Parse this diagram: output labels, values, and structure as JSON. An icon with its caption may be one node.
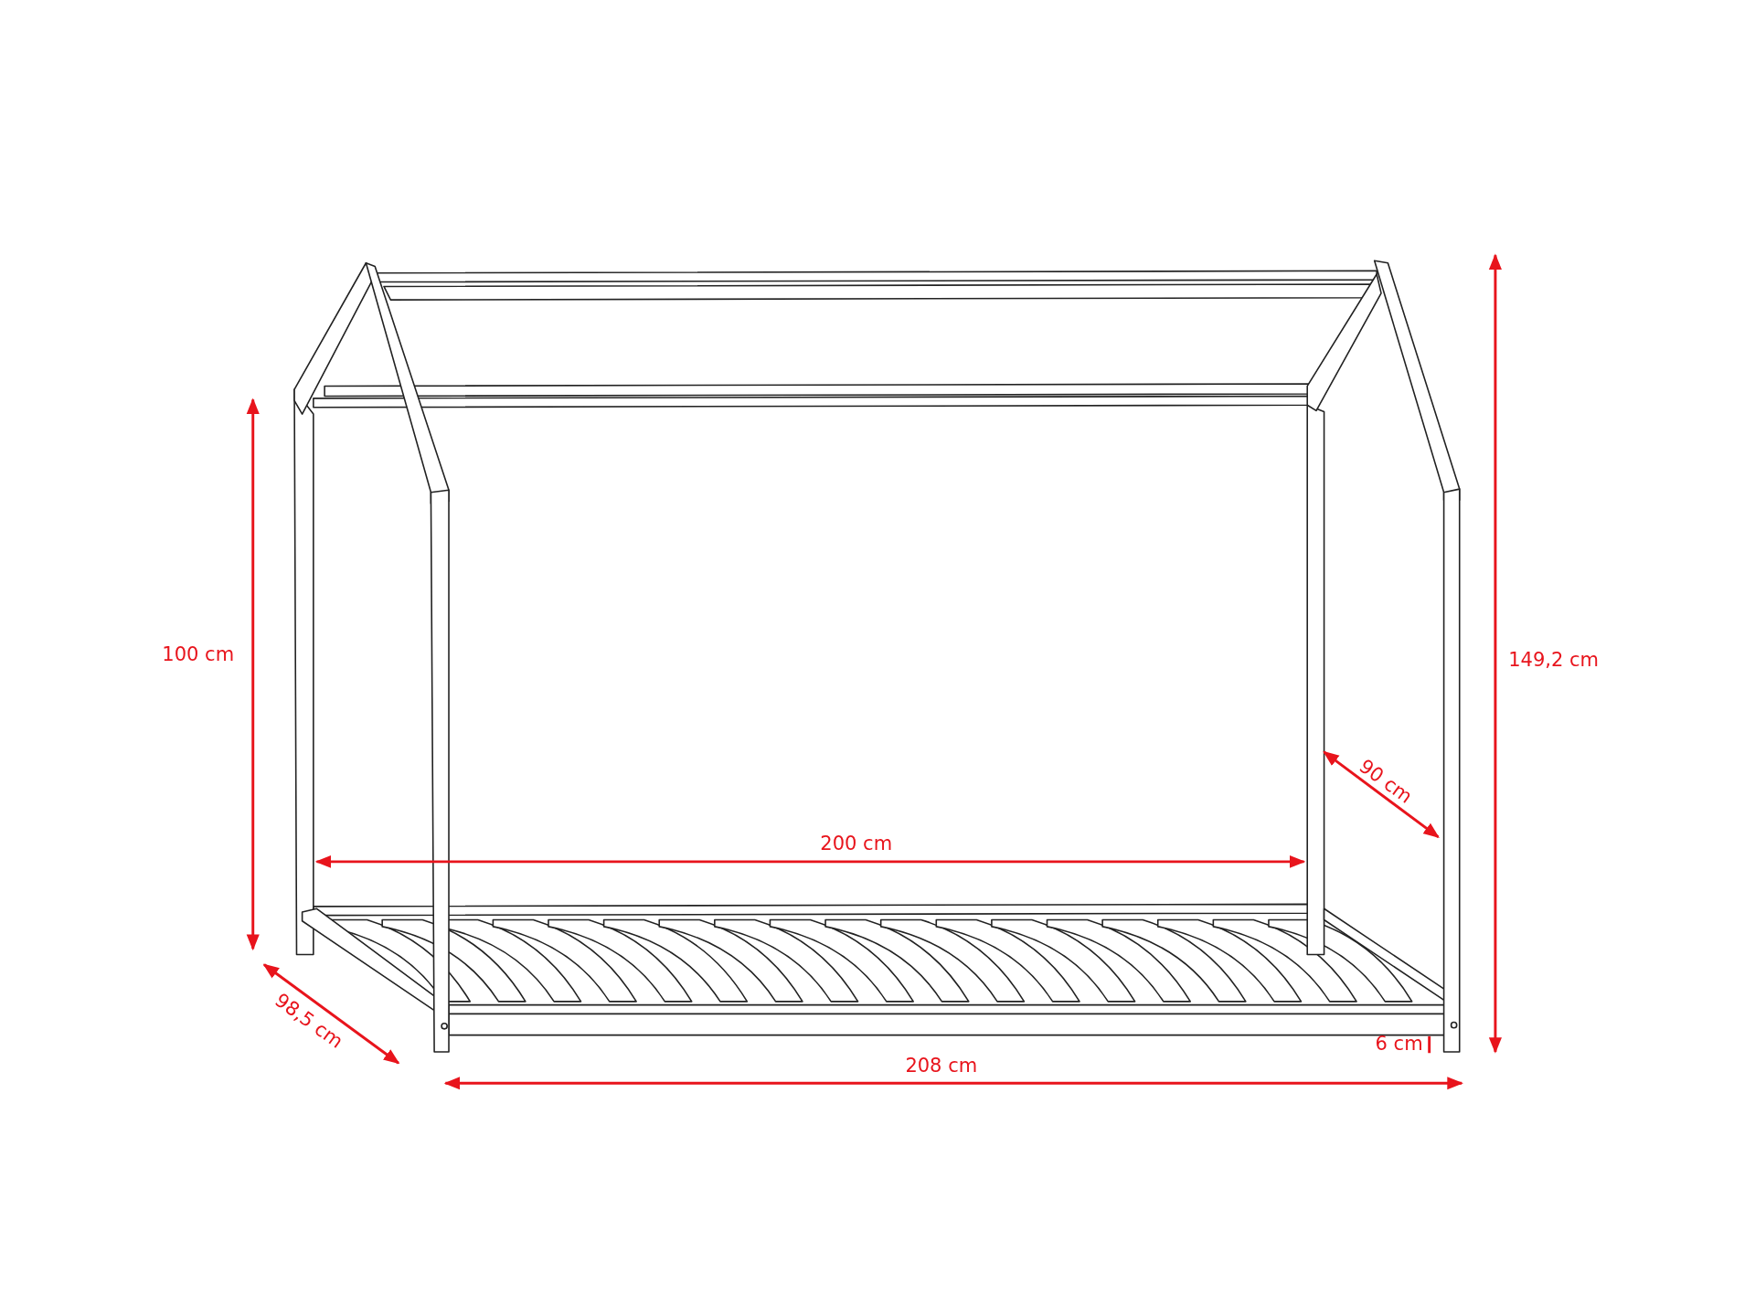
{
  "diagram": {
    "labels": [
      "100 cm",
      "200 cm",
      "90 cm",
      "149,2 cm",
      "98,5 cm",
      "6 cm",
      "208 cm"
    ]
  }
}
